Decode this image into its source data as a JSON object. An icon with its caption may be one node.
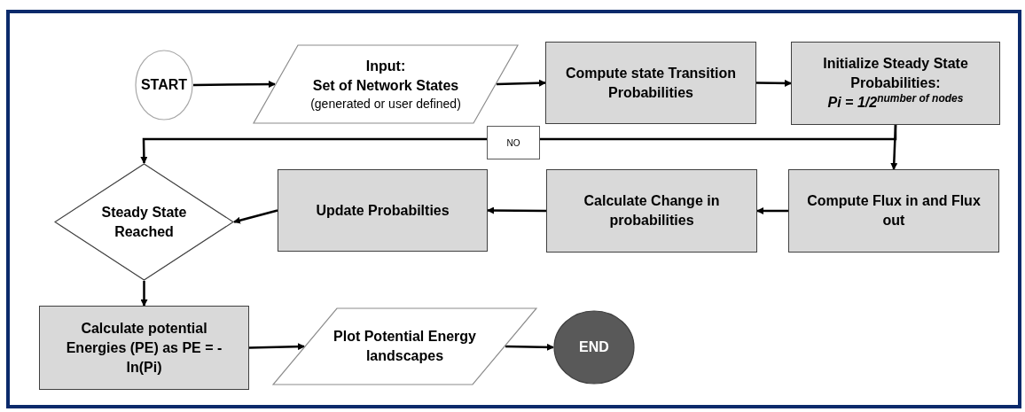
{
  "diagram": {
    "nodes": [
      {
        "text": [
          "START"
        ]
      },
      {
        "text": [
          "Input:",
          "Set of Network States",
          "(generated or user defined)"
        ]
      },
      {
        "text": [
          "Compute state Transition Probabilities"
        ]
      },
      {
        "text": [
          "Initialize Steady State Probabilities:",
          "Pi = 1/2$^{number of nodes}$"
        ]
      },
      {
        "text": [
          "Steady State Reached"
        ]
      },
      {
        "text": [
          "Update Probabilties"
        ]
      },
      {
        "text": [
          "Calculate Change in probabilities"
        ]
      },
      {
        "text": [
          "Compute Flux in and Flux out"
        ]
      },
      {
        "text": [
          "Calculate potential Energies (PE) as PE = -ln(Pi)"
        ]
      },
      {
        "text": [
          "Plot Potential Energy landscapes"
        ]
      },
      {
        "text": [
          "END"
        ]
      }
    ],
    "edges": [
      {
        "from": 0,
        "to": 1,
        "arrow": "to"
      },
      {
        "from": 1,
        "to": 2,
        "arrow": "to"
      },
      {
        "from": 2,
        "to": 3,
        "arrow": "to"
      },
      {
        "from": 3,
        "to": 7,
        "arrow": "to"
      },
      {
        "from": 3,
        "to": 4,
        "arrow": "to",
        "label": "NO"
      },
      {
        "from": 7,
        "to": 6,
        "arrow": "to"
      },
      {
        "from": 6,
        "to": 5,
        "arrow": "to"
      },
      {
        "from": 5,
        "to": 4,
        "arrow": "to"
      },
      {
        "from": 4,
        "to": 8,
        "arrow": "to"
      },
      {
        "from": 8,
        "to": 9,
        "arrow": "to"
      },
      {
        "from": 9,
        "to": 10,
        "arrow": "to"
      }
    ]
  }
}
